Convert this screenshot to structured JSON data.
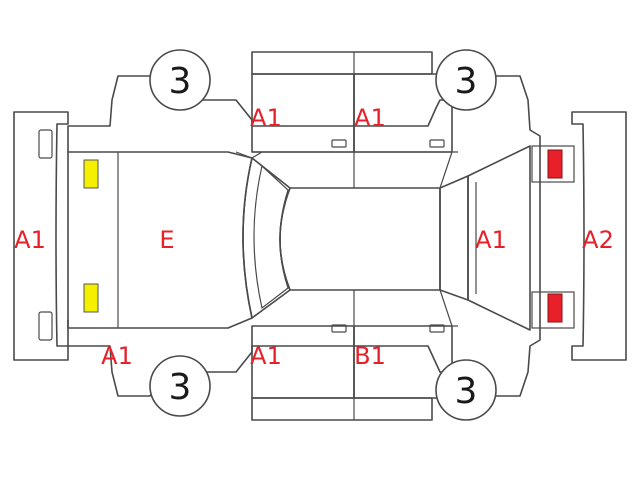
{
  "colors": {
    "code_text": "#e8202a",
    "outline": "#4a4a4a",
    "marker_yellow": "#f4f000",
    "marker_red": "#e8202a"
  },
  "labels": {
    "front_bumper": "A1",
    "hood": "E",
    "front_fender_left_bottom": "A1",
    "front_door_top": "A1",
    "rear_door_top": "A1",
    "front_door_bottom": "A1",
    "rear_door_bottom": "B1",
    "trunk": "A1",
    "rear_bumper": "A2"
  },
  "wheels": {
    "front_top": "3",
    "rear_top": "3",
    "front_bottom": "3",
    "rear_bottom": "3"
  },
  "markers": {
    "front_lights": "yellow",
    "rear_lights": "red"
  }
}
